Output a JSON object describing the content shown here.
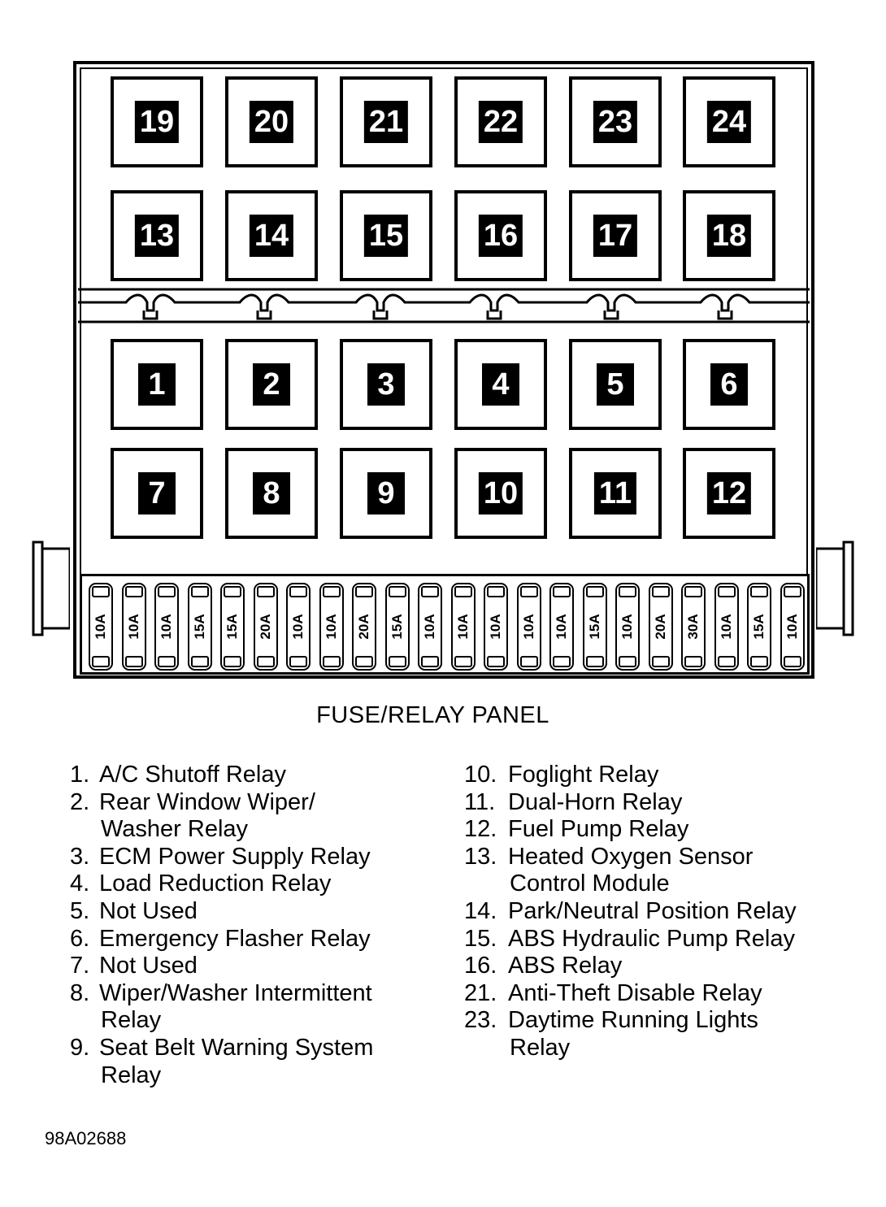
{
  "relays_top": [
    [
      "19",
      "20",
      "21",
      "22",
      "23",
      "24"
    ],
    [
      "13",
      "14",
      "15",
      "16",
      "17",
      "18"
    ]
  ],
  "relays_bottom": [
    [
      "1",
      "2",
      "3",
      "4",
      "5",
      "6"
    ],
    [
      "7",
      "8",
      "9",
      "10",
      "11",
      "12"
    ]
  ],
  "fuses": [
    "10A",
    "10A",
    "10A",
    "15A",
    "15A",
    "20A",
    "10A",
    "10A",
    "20A",
    "15A",
    "10A",
    "10A",
    "10A",
    "10A",
    "10A",
    "15A",
    "10A",
    "20A",
    "30A",
    "10A",
    "15A",
    "10A"
  ],
  "caption": "FUSE/RELAY PANEL",
  "legend_left": [
    {
      "no": "1.",
      "lines": [
        "A/C Shutoff Relay"
      ]
    },
    {
      "no": "2.",
      "lines": [
        "Rear Window Wiper/",
        "Washer Relay"
      ]
    },
    {
      "no": "3.",
      "lines": [
        "ECM Power Supply Relay"
      ]
    },
    {
      "no": "4.",
      "lines": [
        "Load Reduction Relay"
      ]
    },
    {
      "no": "5.",
      "lines": [
        "Not Used"
      ]
    },
    {
      "no": "6.",
      "lines": [
        "Emergency Flasher Relay"
      ]
    },
    {
      "no": "7.",
      "lines": [
        "Not Used"
      ]
    },
    {
      "no": "8.",
      "lines": [
        "Wiper/Washer Intermittent",
        "Relay"
      ]
    },
    {
      "no": "9.",
      "lines": [
        "Seat Belt Warning System",
        "Relay"
      ]
    }
  ],
  "legend_right": [
    {
      "no": "10.",
      "lines": [
        "Foglight Relay"
      ]
    },
    {
      "no": "11.",
      "lines": [
        "Dual-Horn Relay"
      ]
    },
    {
      "no": "12.",
      "lines": [
        "Fuel Pump Relay"
      ]
    },
    {
      "no": "13.",
      "lines": [
        "Heated Oxygen Sensor",
        "Control Module"
      ]
    },
    {
      "no": "14.",
      "lines": [
        "Park/Neutral Position Relay"
      ]
    },
    {
      "no": "15.",
      "lines": [
        "ABS Hydraulic Pump Relay"
      ]
    },
    {
      "no": "16.",
      "lines": [
        "ABS Relay"
      ]
    },
    {
      "no": "21.",
      "lines": [
        "Anti-Theft Disable Relay"
      ]
    },
    {
      "no": "23.",
      "lines": [
        "Daytime Running Lights",
        "Relay"
      ]
    }
  ],
  "reference": "98A02688"
}
